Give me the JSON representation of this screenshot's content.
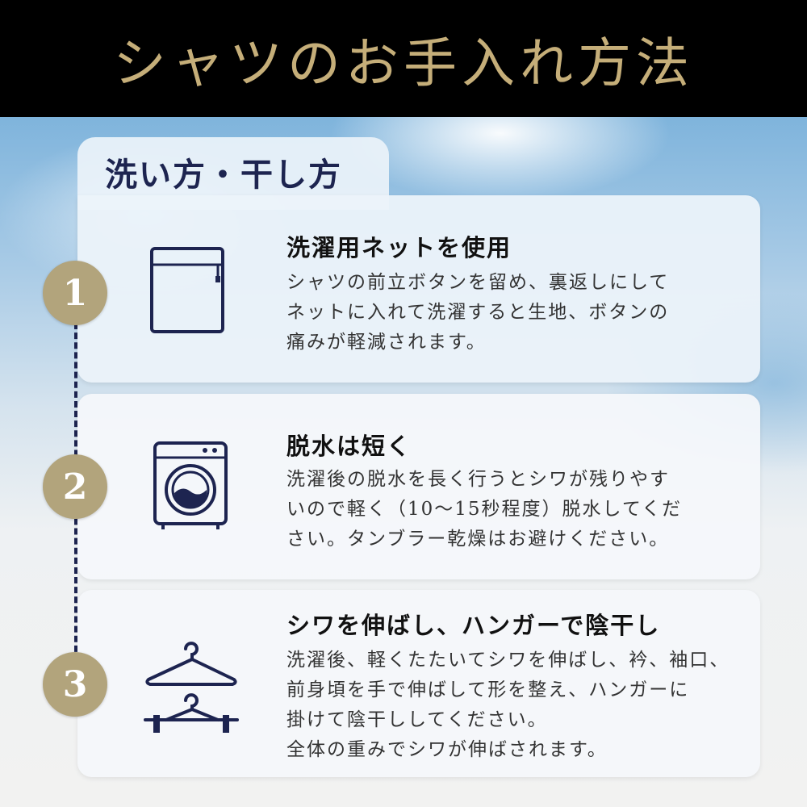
{
  "header": {
    "title": "シャツのお手入れ方法"
  },
  "section": {
    "tab_label": "洗い方・干し方"
  },
  "steps": [
    {
      "number": "1",
      "icon": "laundry-net-icon",
      "title": "洗濯用ネットを使用",
      "lines": [
        "シャツの前立ボタンを留め、裏返しにして",
        "ネットに入れて洗濯すると生地、ボタンの",
        "痛みが軽減されます。"
      ]
    },
    {
      "number": "2",
      "icon": "washing-machine-icon",
      "title": "脱水は短く",
      "lines": [
        "洗濯後の脱水を長く行うとシワが残りやす",
        "いので軽く（10〜15秒程度）脱水してくだ",
        "さい。タンブラー乾燥はお避けください。"
      ]
    },
    {
      "number": "3",
      "icon": "hanger-icon",
      "title": "シワを伸ばし、ハンガーで陰干し",
      "lines": [
        "洗濯後、軽くたたいてシワを伸ばし、衿、袖口、",
        "前身頃を手で伸ばして形を整え、ハンガーに",
        "掛けて陰干ししてください。",
        "全体の重みでシワが伸ばされます。"
      ]
    }
  ],
  "colors": {
    "navy": "#1d2450",
    "gold": "#c5ae79",
    "badge": "#b2a47c"
  }
}
